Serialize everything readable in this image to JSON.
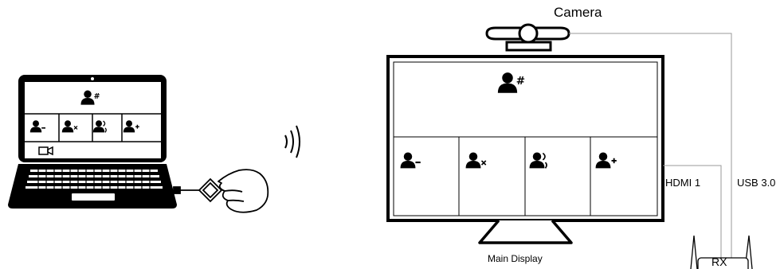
{
  "labels": {
    "camera": "Camera",
    "hdmi": "HDMI 1",
    "usb": "USB 3.0",
    "main_display": "Main Display",
    "rx": "RX"
  },
  "icons": {
    "presenter": "person-hash-icon",
    "participant_mute": "person-minus-icon",
    "participant_remove": "person-x-icon",
    "participant_speaking": "person-speaking-icon",
    "participant_add": "person-plus-icon",
    "video": "video-camera-icon",
    "wireless": "wireless-waves-icon",
    "dongle": "wireless-dongle-icon",
    "hand": "hand-icon"
  },
  "colors": {
    "line": "#000000",
    "cable": "#9a9a9a",
    "background": "#ffffff"
  }
}
